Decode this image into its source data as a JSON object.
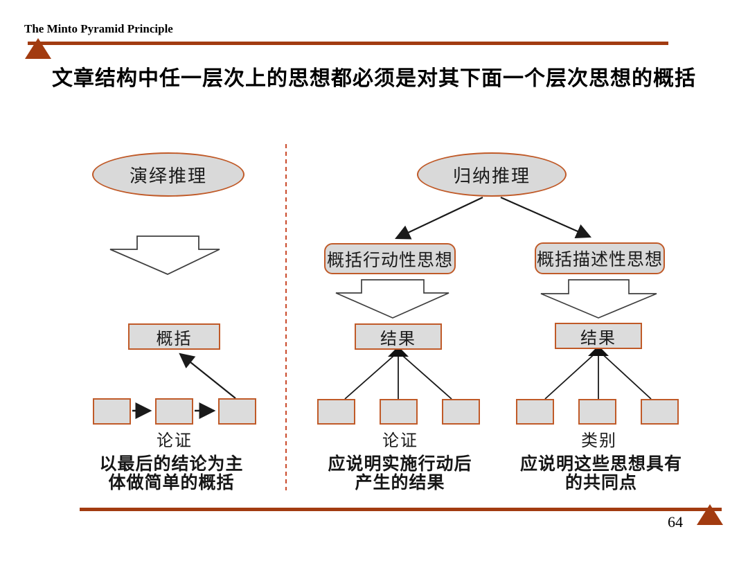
{
  "header": {
    "label": "The Minto Pyramid Principle",
    "title": "文章结构中任一层次上的思想都必须是对其下面一个层次思想的概括"
  },
  "footer": {
    "page_number": "64"
  },
  "colors": {
    "accent_bar": "#a23b10",
    "shape_border": "#c05a28",
    "shape_fill": "#d9d9d9",
    "divider_dash": "#cc5234",
    "connector_line": "#1a1a1a"
  },
  "left_diagram": {
    "root": "演绎推理",
    "summary_box": "概括",
    "evidence_label": "论证",
    "caption_line1": "以最后的结论为主",
    "caption_line2": "体做简单的概括"
  },
  "right_diagram": {
    "root": "归纳推理",
    "branches": [
      {
        "label": "概括行动性思想",
        "result_box": "结果",
        "bottom_label": "论证",
        "caption_line1": "应说明实施行动后",
        "caption_line2": "产生的结果"
      },
      {
        "label": "概括描述性思想",
        "result_box": "结果",
        "bottom_label": "类别",
        "caption_line1": "应说明这些思想具有",
        "caption_line2": "的共同点"
      }
    ]
  }
}
